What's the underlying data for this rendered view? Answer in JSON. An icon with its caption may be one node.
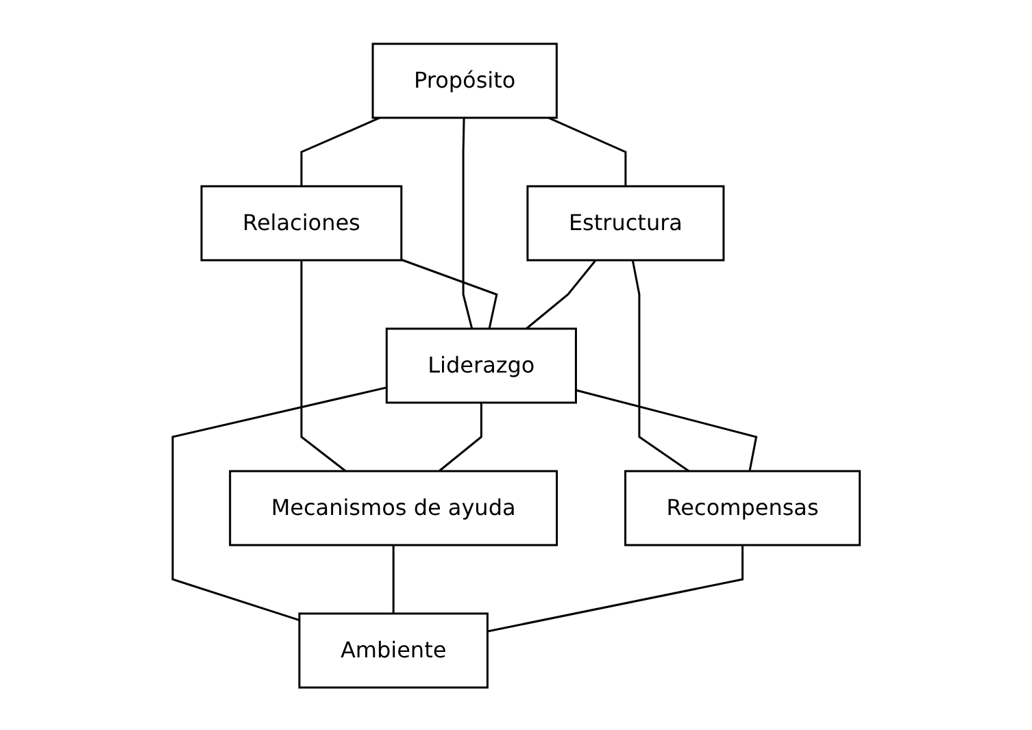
{
  "diagram": {
    "nodes": [
      {
        "text": [
          "Propósito"
        ]
      },
      {
        "text": [
          "Relaciones"
        ]
      },
      {
        "text": [
          "Estructura"
        ]
      },
      {
        "text": [
          "Liderazgo"
        ]
      },
      {
        "text": [
          "Mecanismos de ayuda"
        ]
      },
      {
        "text": [
          "Recompensas"
        ]
      },
      {
        "text": [
          "Ambiente"
        ]
      }
    ],
    "edges": [
      {
        "from": 0,
        "to": 1,
        "arrow": "none"
      },
      {
        "from": 0,
        "to": 2,
        "arrow": "none"
      },
      {
        "from": 0,
        "to": 3,
        "arrow": "none"
      },
      {
        "from": 1,
        "to": 3,
        "arrow": "none"
      },
      {
        "from": 2,
        "to": 3,
        "arrow": "none"
      },
      {
        "from": 1,
        "to": 4,
        "arrow": "none"
      },
      {
        "from": 2,
        "to": 5,
        "arrow": "none"
      },
      {
        "from": 3,
        "to": 4,
        "arrow": "none"
      },
      {
        "from": 3,
        "to": 5,
        "arrow": "none"
      },
      {
        "from": 3,
        "to": 6,
        "arrow": "none"
      },
      {
        "from": 4,
        "to": 6,
        "arrow": "none"
      },
      {
        "from": 5,
        "to": 6,
        "arrow": "none"
      }
    ]
  }
}
